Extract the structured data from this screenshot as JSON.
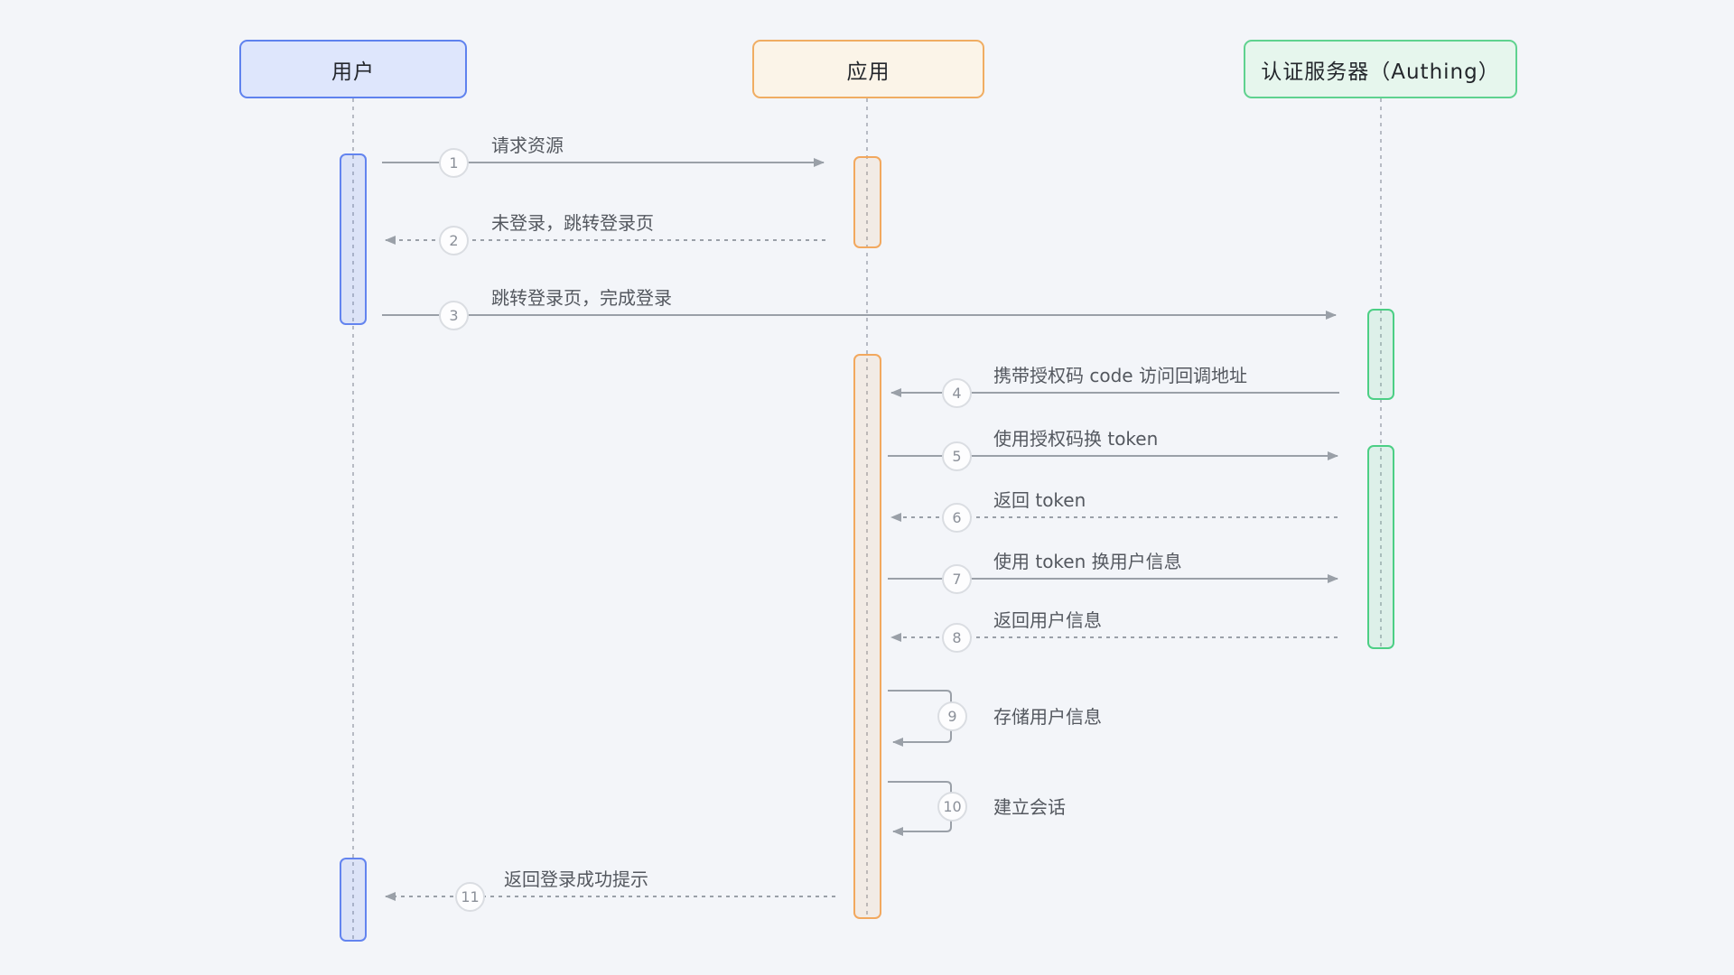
{
  "diagram": {
    "type": "sequence",
    "description": "OAuth login sequence diagram with three participants"
  },
  "actors": [
    {
      "id": "user",
      "label": "用户",
      "fill": "#dee6fc",
      "border": "#5f82ee"
    },
    {
      "id": "app",
      "label": "应用",
      "fill": "#fbf4e8",
      "border": "#f0ad62"
    },
    {
      "id": "auth",
      "label": "认证服务器（Authing）",
      "fill": "#e6f6ed",
      "border": "#5fd28f"
    }
  ],
  "steps": [
    {
      "num": "1",
      "label": "请求资源",
      "from": "用户",
      "to": "应用",
      "line": "solid"
    },
    {
      "num": "2",
      "label": "未登录，跳转登录页",
      "from": "应用",
      "to": "用户",
      "line": "dashed"
    },
    {
      "num": "3",
      "label": "跳转登录页，完成登录",
      "from": "用户",
      "to": "认证服务器（Authing）",
      "line": "solid"
    },
    {
      "num": "4",
      "label": "携带授权码 code 访问回调地址",
      "from": "认证服务器（Authing）",
      "to": "应用",
      "line": "solid"
    },
    {
      "num": "5",
      "label": "使用授权码换 token",
      "from": "应用",
      "to": "认证服务器（Authing）",
      "line": "solid"
    },
    {
      "num": "6",
      "label": "返回 token",
      "from": "认证服务器（Authing）",
      "to": "应用",
      "line": "dashed"
    },
    {
      "num": "7",
      "label": "使用 token 换用户信息",
      "from": "应用",
      "to": "认证服务器（Authing）",
      "line": "solid"
    },
    {
      "num": "8",
      "label": "返回用户信息",
      "from": "认证服务器（Authing）",
      "to": "应用",
      "line": "dashed"
    },
    {
      "num": "9",
      "label": "存储用户信息",
      "from": "应用",
      "to": "应用",
      "line": "self"
    },
    {
      "num": "10",
      "label": "建立会话",
      "from": "应用",
      "to": "应用",
      "line": "self"
    },
    {
      "num": "11",
      "label": "返回登录成功提示",
      "from": "应用",
      "to": "用户",
      "line": "dashed"
    }
  ],
  "colors": {
    "background": "#f3f5f9",
    "arrow": "#9aa0a8",
    "lifeline": "#b7bbc4",
    "circle_border": "#dadde2",
    "circle_text": "#8b9099",
    "label_text": "#54585f"
  }
}
